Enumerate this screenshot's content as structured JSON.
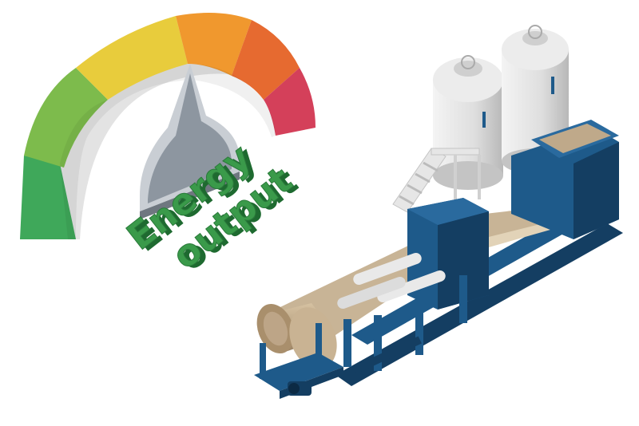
{
  "title": {
    "line1": "Energy",
    "line2": "output"
  },
  "gauge": {
    "segments": [
      {
        "name": "green",
        "color": "#3fa85a"
      },
      {
        "name": "light-green",
        "color": "#8cc24a"
      },
      {
        "name": "yellow",
        "color": "#f2d23a"
      },
      {
        "name": "orange",
        "color": "#f29a2e"
      },
      {
        "name": "red-orange",
        "color": "#ea6a2e"
      },
      {
        "name": "crimson",
        "color": "#d9455a"
      }
    ]
  },
  "colors": {
    "text_green": "#3a9a4a",
    "text_shadow": "#1e6a30",
    "machine_blue": "#1e5a8a",
    "machine_dark": "#143e62",
    "paper": "#bfa98a",
    "tank": "#dcdcdc"
  },
  "icons": [
    "gauge-icon",
    "paper-machine-icon",
    "storage-tank-icon"
  ]
}
